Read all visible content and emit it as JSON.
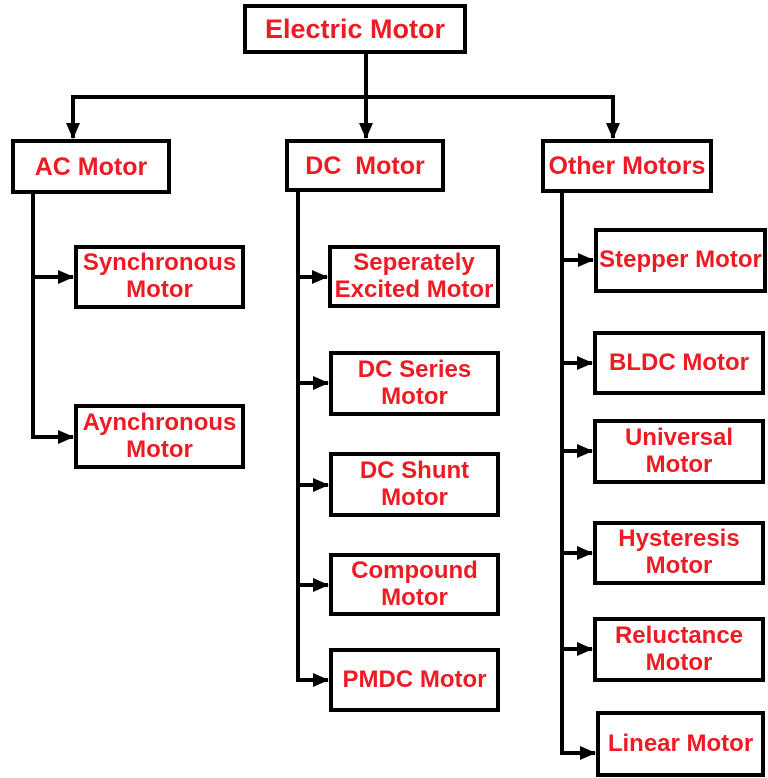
{
  "diagram": {
    "root": {
      "label": "Electric Motor"
    },
    "branches": [
      {
        "label": "AC Motor",
        "children": [
          "Synchronous Motor",
          "Aynchronous Motor"
        ]
      },
      {
        "label": "DC  Motor",
        "children": [
          "Seperately Excited Motor",
          "DC Series Motor",
          "DC Shunt Motor",
          "Compound Motor",
          "PMDC Motor"
        ]
      },
      {
        "label": "Other Motors",
        "children": [
          "Stepper Motor",
          "BLDC Motor",
          "Universal Motor",
          "Hysteresis Motor",
          "Reluctance Motor",
          "Linear Motor"
        ]
      }
    ],
    "colors": {
      "label_text": "#ed1c24",
      "box_border": "#000000",
      "connector": "#000000",
      "background": "#ffffff"
    }
  }
}
